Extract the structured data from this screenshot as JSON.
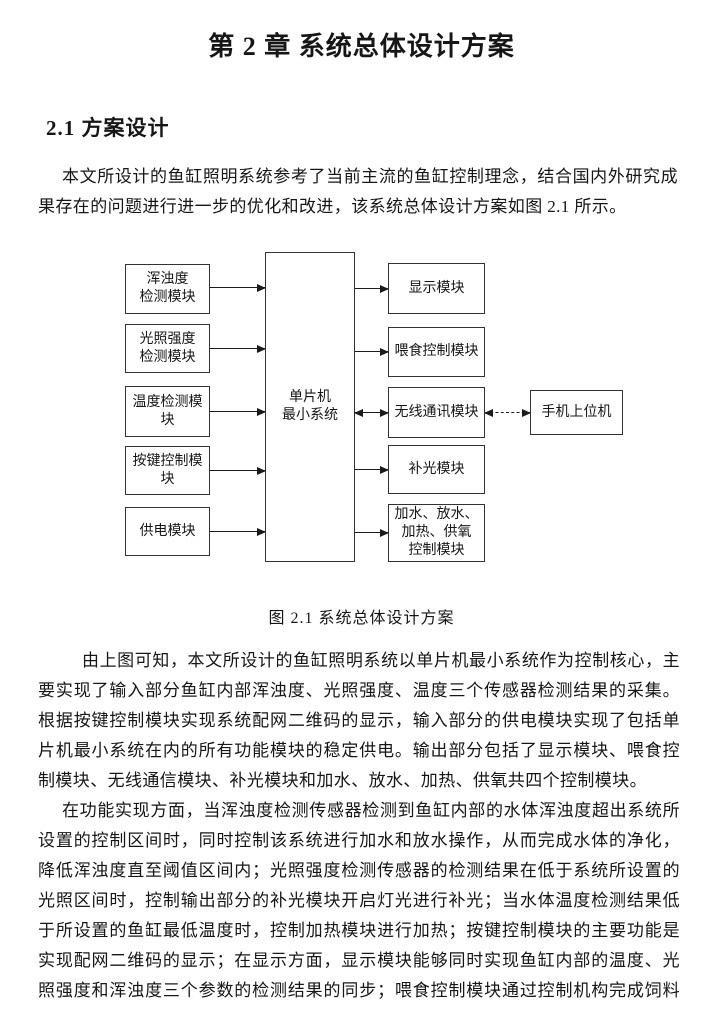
{
  "doc": {
    "chapter_title": "第 2 章 系统总体设计方案",
    "section_heading": "2.1 方案设计",
    "paragraphs": {
      "intro": "本文所设计的鱼缸照明系统参考了当前主流的鱼缸控制理念，结合国内外研究成果存在的问题进行进一步的优化和改进，该系统总体设计方案如图 2.1 所示。",
      "overview": "由上图可知，本文所设计的鱼缸照明系统以单片机最小系统作为控制核心，主要实现了输入部分鱼缸内部浑浊度、光照强度、温度三个传感器检测结果的采集。根据按键控制模块实现系统配网二维码的显示，输入部分的供电模块实现了包括单片机最小系统在内的所有功能模块的稳定供电。输出部分包括了显示模块、喂食控制模块、无线通信模块、补光模块和加水、放水、加热、供氧共四个控制模块。",
      "function": "在功能实现方面，当浑浊度检测传感器检测到鱼缸内部的水体浑浊度超出系统所设置的控制区间时，同时控制该系统进行加水和放水操作，从而完成水体的净化，降低浑浊度直至阈值区间内；光照强度检测传感器的检测结果在低于系统所设置的光照区间时，控制输出部分的补光模块开启灯光进行补光；当水体温度检测结果低于所设置的鱼缸最低温度时，控制加热模块进行加热；按键控制模块的主要功能是实现配网二维码的显示；在显示方面，显示模块能够同时实现鱼缸内部的温度、光照强度和浑浊度三个参数的检测结果的同步；喂食控制模块通过控制机构完成饲料"
    }
  },
  "figure": {
    "caption": "图 2.1 系统总体设计方案",
    "boxes": {
      "turbidity": "浑浊度\n检测模块",
      "light_intensity": "光照强度\n检测模块",
      "temperature": "温度检测模块",
      "key_control": "按键控制模块",
      "power": "供电模块",
      "mcu": "单片机\n最小系统",
      "display": "显示模块",
      "feeding": "喂食控制模块",
      "wireless": "无线通讯模块",
      "fill_light": "补光模块",
      "water_control": "加水、放水、\n加热、供氧\n控制模块",
      "phone": "手机上位机"
    }
  }
}
